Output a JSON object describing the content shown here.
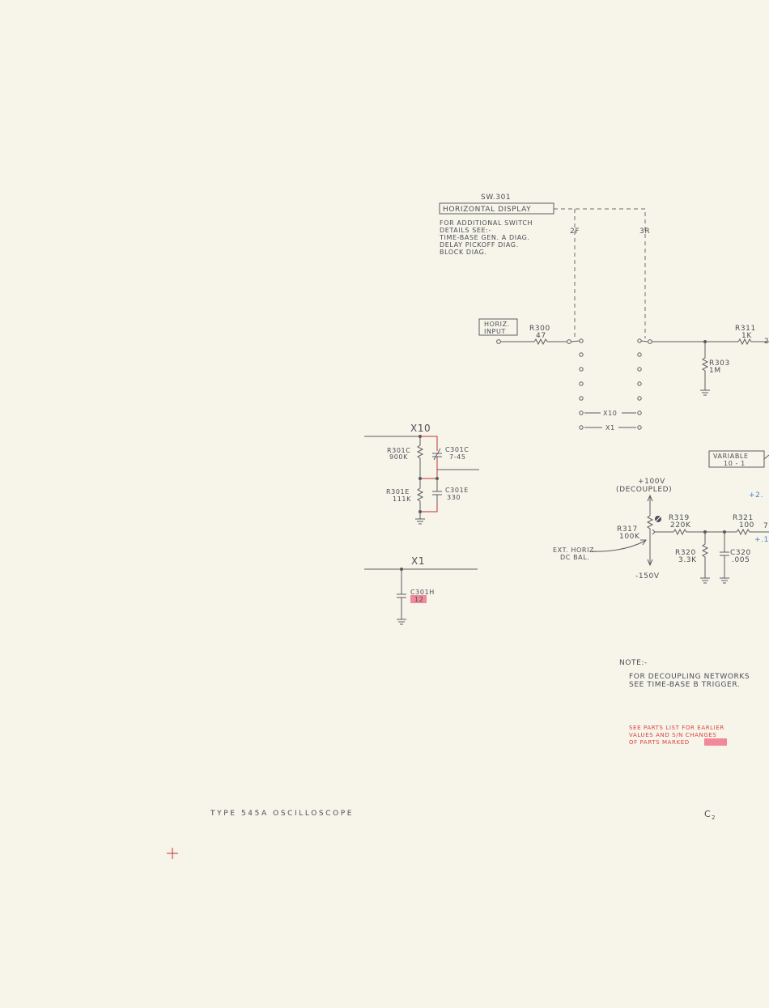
{
  "switch": {
    "ref": "SW.301",
    "name": "HORIZONTAL DISPLAY",
    "note": [
      "FOR ADDITIONAL SWITCH",
      "DETAILS SEE:-",
      "TIME-BASE GEN. A DIAG.",
      "DELAY PICKOFF DIAG.",
      "BLOCK DIAG."
    ],
    "wafer_front": "2F",
    "wafer_rear": "3R",
    "pos_x10": "X10",
    "pos_x1": "X1"
  },
  "input": {
    "line1": "HORIZ.",
    "line2": "INPUT"
  },
  "parts": {
    "r300": {
      "ref": "R300",
      "value": "47"
    },
    "r311": {
      "ref": "R311",
      "value": "1K"
    },
    "r303": {
      "ref": "R303",
      "value": "1M"
    },
    "r301c": {
      "ref": "R301C",
      "value": "900K"
    },
    "c301c": {
      "ref": "C301C",
      "value": "7-45"
    },
    "r301e": {
      "ref": "R301E",
      "value": "111K"
    },
    "c301e": {
      "ref": "C301E",
      "value": "330"
    },
    "c301h": {
      "ref": "C301H",
      "value": "12"
    },
    "r317": {
      "ref": "R317",
      "value": "100K"
    },
    "r319": {
      "ref": "R319",
      "value": "220K"
    },
    "r321": {
      "ref": "R321",
      "value": "100"
    },
    "r320": {
      "ref": "R320",
      "value": "3.3K"
    },
    "c320": {
      "ref": "C320",
      "value": ".005"
    }
  },
  "atten_x10": "X10",
  "atten_x1": "X1",
  "variable": {
    "line1": "VARIABLE",
    "line2": "10 - 1"
  },
  "supply": {
    "pos": "+100V",
    "pos_note": "(DECOUPLED)",
    "neg": "-150V"
  },
  "edge_labels": {
    "plus2": "+2.",
    "plus1": "+.1",
    "r321_out": "7"
  },
  "r311_out": "2",
  "ext_bal": {
    "line1": "EXT. HORIZ.",
    "line2": "DC BAL."
  },
  "note": {
    "title": "NOTE:-",
    "line1": "FOR DECOUPLING NETWORKS",
    "line2": "SEE TIME-BASE B TRIGGER."
  },
  "parts_note": [
    "SEE PARTS LIST FOR EARLIER",
    "VALUES AND S/N CHANGES",
    "OF PARTS MARKED"
  ],
  "footer": {
    "title": "TYPE 545A OSCILLOSCOPE",
    "sheet": "C",
    "sheet_sub": "2"
  },
  "colors": {
    "paper": "#f7f4ea",
    "ink": "#4a4f55",
    "red": "#c0353b",
    "highlight": "#f08a9a",
    "blue": "#4a7fc0"
  }
}
